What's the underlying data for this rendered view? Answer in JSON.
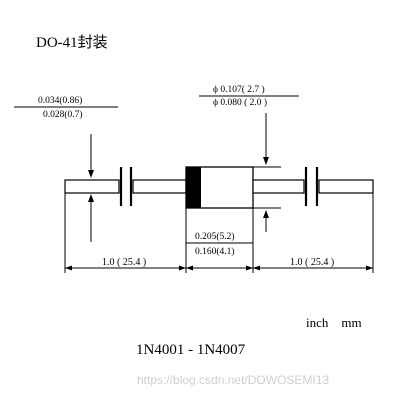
{
  "title": "DO-41封装",
  "lead": {
    "max": "0.034(0.86)",
    "min": "0.028(0.7)"
  },
  "body_diameter": {
    "max": "ϕ 0.107( 2.7 )",
    "min": "ϕ 0.080 ( 2.0 )"
  },
  "body_length": {
    "max": "0.205(5.2)",
    "min": "0.160(4.1)"
  },
  "lead_length_left": "1.0 ( 25.4 )",
  "lead_length_right": "1.0 ( 25.4 )",
  "units": "inch    mm",
  "part_range": "1N4001 - 1N4007",
  "watermark": "https://blog.csdn.net/DOWOSEMI13"
}
